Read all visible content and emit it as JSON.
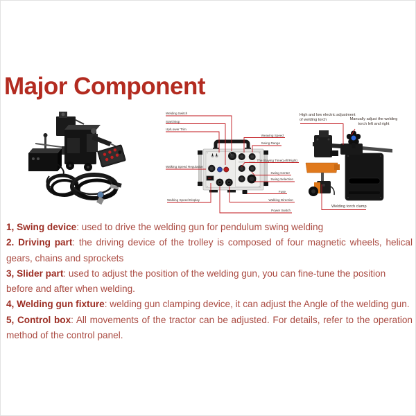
{
  "page": {
    "title": "Major Component",
    "colors": {
      "title_red": "#b32b20",
      "body_red": "#aa4a41",
      "lead_red": "#9c2d23",
      "leader_line_red": "#c0161b",
      "label_dark": "#3f322c",
      "orange_part": "#e0791c",
      "blue_button": "#2a46a8",
      "red_button": "#b71d1d"
    }
  },
  "figures": {
    "tractor_photo": {
      "name": "welding tractor kit photo"
    },
    "control_box": {
      "left_labels": [
        "Welding Switch",
        "Start/Stop",
        "Up/Lower Trim",
        "Walking Speed Regulation",
        "Walking Speed Display"
      ],
      "right_labels": [
        "Weaving Speed",
        "Swing Range",
        "The Staying Time(Left/Right)",
        "Swing Center",
        "Swing Selection",
        "Fuse",
        "Walking Direction",
        "Power Switch"
      ]
    },
    "torch": {
      "labels": [
        "High and low electric adjustment of welding torch",
        "Manually adjust the welding torch left and right",
        "Welding torch clamp"
      ]
    }
  },
  "items": [
    {
      "lead": "1, Swing device",
      "text": ": used to drive the welding gun for pendulum swing welding"
    },
    {
      "lead": "2. Driving part",
      "text": ": the driving device of the trolley is composed of four magnetic wheels, helical gears, chains and sprockets"
    },
    {
      "lead": "3, Slider part",
      "text": ": used to adjust the position of the welding gun, you can fine-tune the position before and after when welding."
    },
    {
      "lead": "4, Welding gun fixture",
      "text": ": welding gun clamping device, it can adjust the Angle of the welding gun."
    },
    {
      "lead": "5, Control box",
      "text": ": All movements of the tractor can be adjusted. For details, refer to the operation method of the control panel."
    }
  ]
}
